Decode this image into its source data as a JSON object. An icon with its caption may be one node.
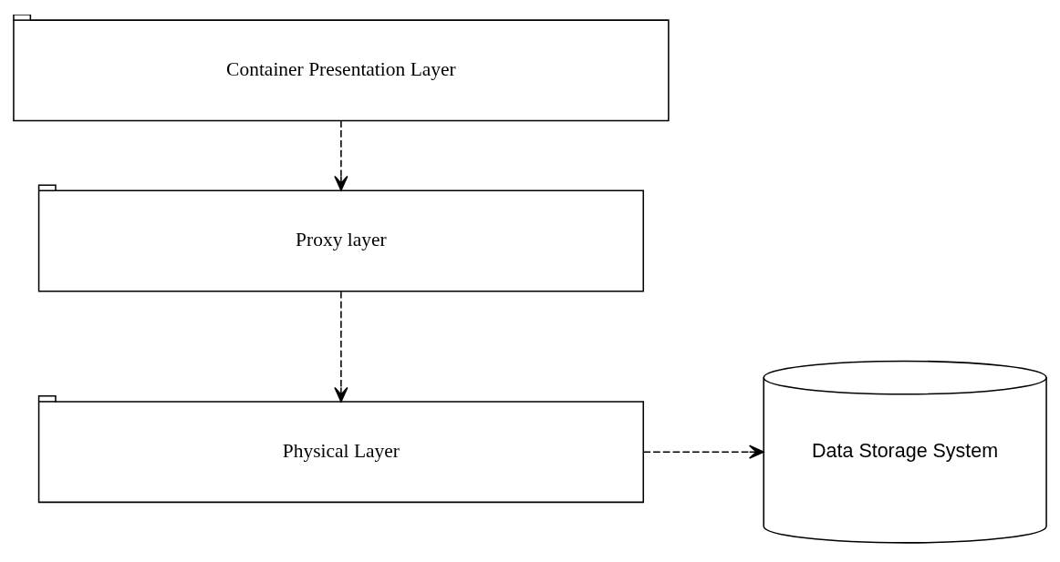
{
  "diagram": {
    "nodes": [
      {
        "text": [
          "Container Presentation Layer"
        ]
      },
      {
        "text": [
          "Proxy layer"
        ]
      },
      {
        "text": [
          "Physical Layer"
        ]
      },
      {
        "text": [
          "Data Storage System"
        ]
      }
    ],
    "edges": [
      {
        "from": 0,
        "to": 1,
        "arrow": "to",
        "style": "dashed"
      },
      {
        "from": 1,
        "to": 2,
        "arrow": "to",
        "style": "dashed"
      },
      {
        "from": 2,
        "to": 3,
        "arrow": "to",
        "style": "dashed"
      }
    ]
  }
}
